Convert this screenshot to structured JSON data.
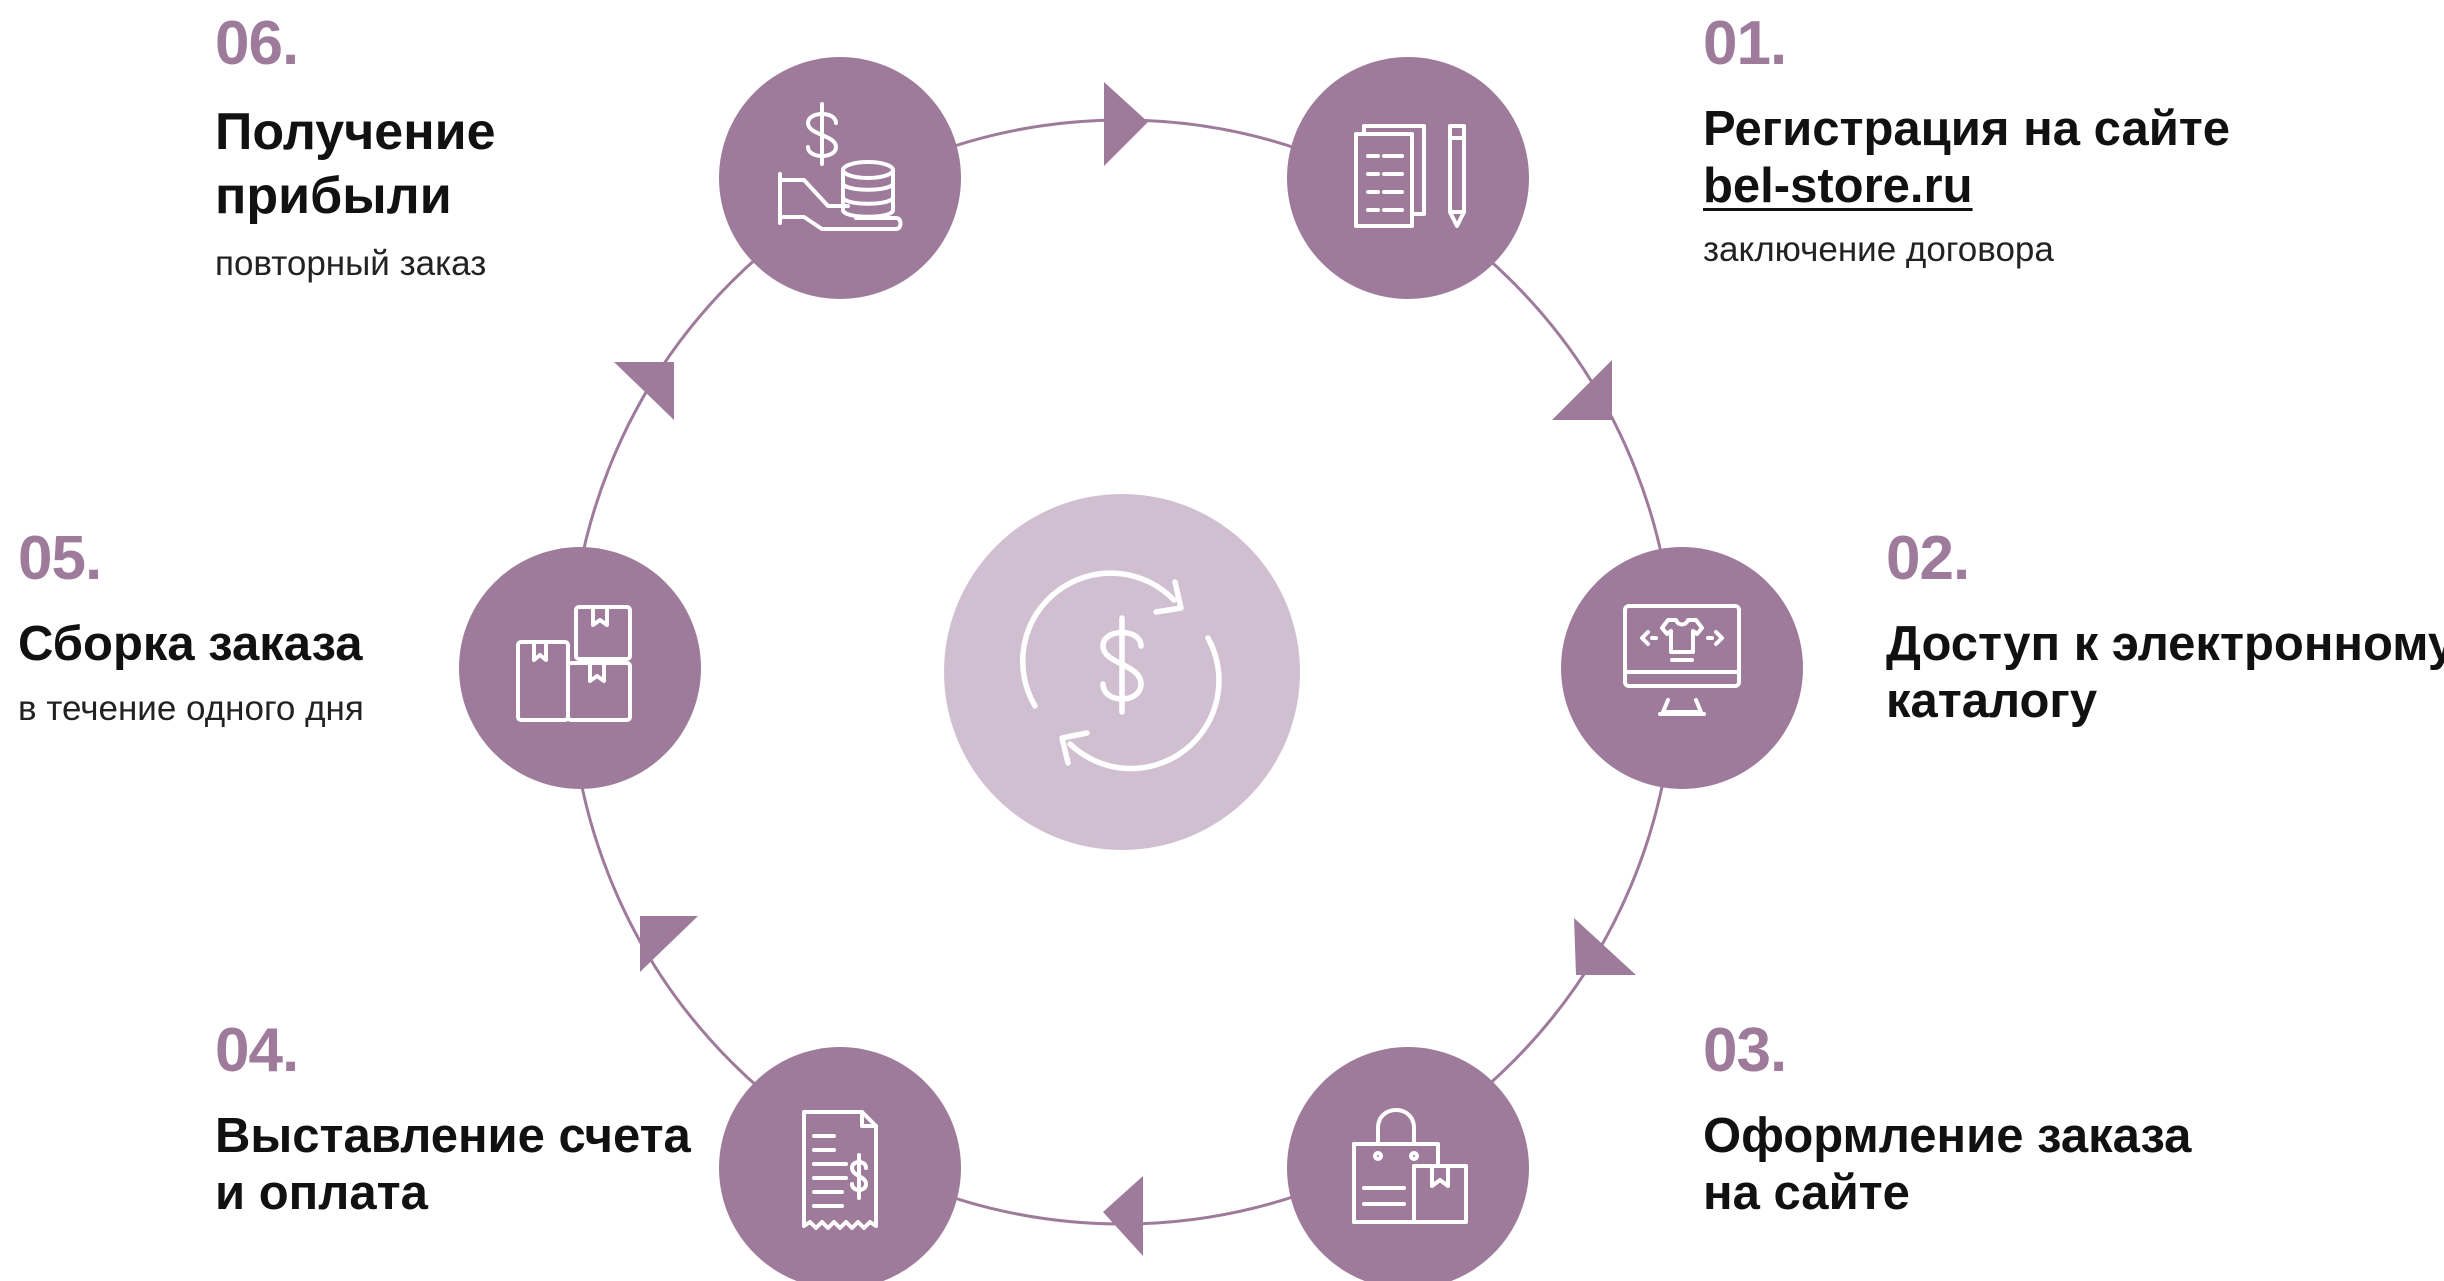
{
  "colors": {
    "accent": "#9e7b9b",
    "center": "#d0bfd1",
    "text": "#111111"
  },
  "steps": [
    {
      "num": "01.",
      "title_line1": "Регистрация на сайте",
      "title_line2": "bel-store.ru",
      "subtitle": "заключение договора",
      "icon": "documents-pencil-icon"
    },
    {
      "num": "02.",
      "title_line1": "Доступ к электронному",
      "title_line2": "каталогу",
      "icon": "monitor-catalog-icon"
    },
    {
      "num": "03.",
      "title_line1": "Оформление заказа",
      "title_line2": "на сайте",
      "icon": "shopping-bag-box-icon"
    },
    {
      "num": "04.",
      "title_line1": "Выставление счета",
      "title_line2": "и оплата",
      "icon": "invoice-dollar-icon"
    },
    {
      "num": "05.",
      "title_line1": "Сборка заказа",
      "subtitle": "в течение одного дня",
      "icon": "boxes-icon"
    },
    {
      "num": "06.",
      "title_line1": "Получение",
      "title_line2": "прибыли",
      "subtitle": "повторный заказ",
      "icon": "hand-coins-icon"
    }
  ],
  "center_icon": "dollar-cycle-icon"
}
